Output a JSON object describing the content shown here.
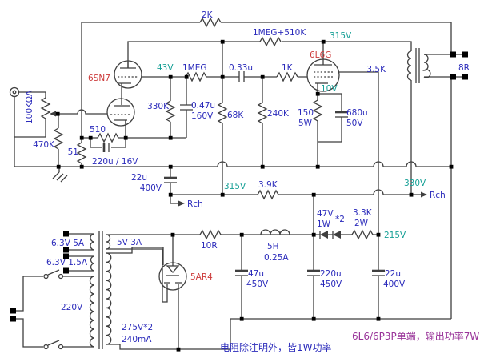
{
  "title": "6L6 single-ended tube amplifier schematic",
  "colors": {
    "wire": "#3f3f3f",
    "component_label": "#2b2bbb",
    "voltage_label": "#17a096",
    "tube_label": "#cc3a3a",
    "note_title": "#993399",
    "background": "#ffffff"
  },
  "labels": {
    "fb_resistor": "2K",
    "plate_load": "1MEG+510K",
    "v_plate_6l6": "315V",
    "tube_driver": "6SN7",
    "v_grid_upper": "43V",
    "r_1meg": "1MEG",
    "c_coupling": "0.33u",
    "r_gridstop": "1K",
    "tube_output": "6L6G",
    "opt_primary": "3.5K",
    "speaker": "8R",
    "r_330k": "330K",
    "c_047": "0.47u",
    "c_047_v": "160V",
    "r_68k": "68K",
    "r_240k": "240K",
    "r_510": "510",
    "r_51": "51",
    "c_cath_bypass": "220u / 16V",
    "r_470k": "470K",
    "pot": "100KΩA",
    "v_cath_6l6": "10V",
    "r_cath_6l6": "150",
    "r_cath_6l6_w": "5W",
    "c_cath_6l6": "680u",
    "c_cath_6l6_v": "50V",
    "c_filter1": "22u",
    "c_filter1_v": "400V",
    "v_b_driver": "315V",
    "r_dropper": "3.9K",
    "rch_left": "Rch",
    "v_b_main": "330V",
    "rch_right": "Rch",
    "w_63v5a": "6.3V 5A",
    "w_63v15a": "6.3V 1.5A",
    "w_mains": "220V",
    "w_5v3a": "5V 3A",
    "w_hv": "275V*2",
    "w_hv_ma": "240mA",
    "tube_rect": "5AR4",
    "r_10r": "10R",
    "choke_h": "5H",
    "choke_a": "0.25A",
    "c_47u": "47u",
    "c_47u_v": "450V",
    "zener_v": "47V",
    "zener_w": "1W",
    "zener_qty": "*2",
    "r_33k": "3.3K",
    "r_33k_w": "2W",
    "v_screen": "215V",
    "c_220u": "220u",
    "c_220u_v": "450V",
    "c_22u2": "22u",
    "c_22u2_v": "400V"
  },
  "notes": {
    "resistor_note": "电阻除注明外，皆1W功率",
    "title_note": "6L6/6P3P单端，输出功率7W"
  }
}
